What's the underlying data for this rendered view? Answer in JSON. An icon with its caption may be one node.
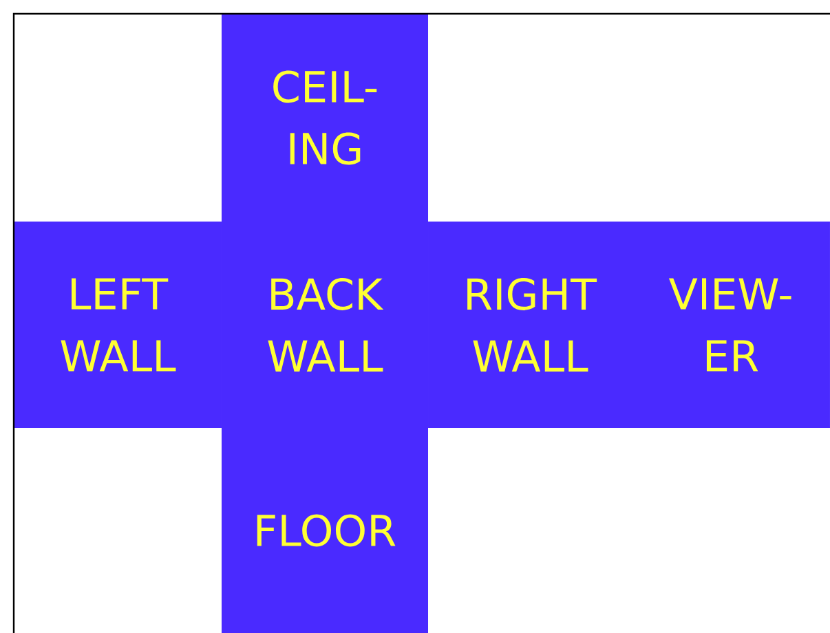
{
  "diagram": {
    "nodes": [
      {
        "text": [
          "CEIL- ING"
        ]
      },
      {
        "text": [
          "LEFT WALL"
        ]
      },
      {
        "text": [
          "BACK WALL"
        ]
      },
      {
        "text": [
          "RIGHT WALL"
        ]
      },
      {
        "text": [
          "VIEW- ER"
        ]
      },
      {
        "text": [
          "FLOOR"
        ]
      }
    ]
  }
}
